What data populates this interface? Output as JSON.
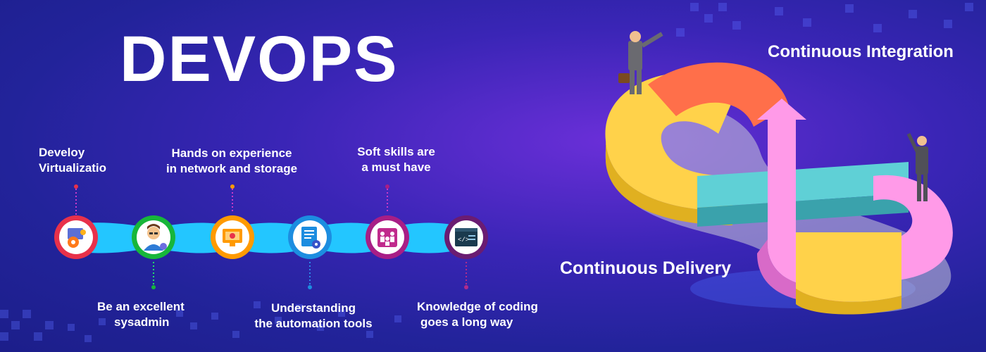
{
  "title": "DEVOPS",
  "colors": {
    "accent_cyan": "#23c6ff",
    "red": "#e8314a",
    "green": "#17b63a",
    "orange": "#ff9a00",
    "blue": "#1c8de0",
    "purple": "#a81e86",
    "dark_purple": "#6a1c72"
  },
  "steps": [
    {
      "label_lines": [
        "Develoy",
        "Virtualizatio"
      ],
      "icon": "gear-monitor-icon",
      "color": "red"
    },
    {
      "label_lines": [
        "Be an excellent",
        "sysadmin"
      ],
      "icon": "sysadmin-person-icon",
      "color": "green"
    },
    {
      "label_lines": [
        "Hands on experience",
        "in network and storage"
      ],
      "icon": "network-monitor-icon",
      "color": "orange"
    },
    {
      "label_lines": [
        "Understanding",
        "the automation tools"
      ],
      "icon": "automation-checklist-icon",
      "color": "blue"
    },
    {
      "label_lines": [
        "Soft skills are",
        "a must have"
      ],
      "icon": "team-people-icon",
      "color": "purple"
    },
    {
      "label_lines": [
        "Knowledge of coding",
        "goes a long way"
      ],
      "icon": "code-window-icon",
      "color": "dark_purple"
    }
  ],
  "cycle": {
    "integration_label": "Continuous Integration",
    "delivery_label": "Continuous Delivery"
  }
}
